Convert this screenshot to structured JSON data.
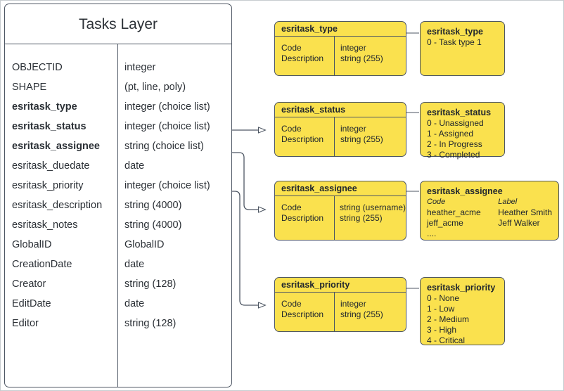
{
  "diagram": {
    "title": "Tasks Layer",
    "entity": {
      "name": "Tasks Layer",
      "fields": [
        {
          "name": "OBJECTID",
          "type": "integer",
          "key": false
        },
        {
          "name": "SHAPE",
          "type": "(pt, line, poly)",
          "key": false
        },
        {
          "name": "esritask_type",
          "type": "integer (choice list)",
          "key": true
        },
        {
          "name": "esritask_status",
          "type": "integer (choice list)",
          "key": true
        },
        {
          "name": "esritask_assignee",
          "type": "string (choice list)",
          "key": true
        },
        {
          "name": "esritask_duedate",
          "type": "date",
          "key": false
        },
        {
          "name": "esritask_priority",
          "type": "integer (choice list)",
          "key": false
        },
        {
          "name": "esritask_description",
          "type": "string (4000)",
          "key": false
        },
        {
          "name": "esritask_notes",
          "type": "string (4000)",
          "key": false
        },
        {
          "name": "GlobalID",
          "type": "GlobalID",
          "key": false
        },
        {
          "name": "CreationDate",
          "type": "date",
          "key": false
        },
        {
          "name": "Creator",
          "type": "string (128)",
          "key": false
        },
        {
          "name": "EditDate",
          "type": "date",
          "key": false
        },
        {
          "name": "Editor",
          "type": "string (128)",
          "key": false
        }
      ]
    },
    "domain_tables": [
      {
        "id": "type",
        "header": "esritask_type",
        "left_rows": [
          "Code",
          "Description"
        ],
        "right_rows": [
          "integer",
          "string (255)"
        ]
      },
      {
        "id": "status",
        "header": "esritask_status",
        "left_rows": [
          "Code",
          "Description"
        ],
        "right_rows": [
          "integer",
          "string (255)"
        ]
      },
      {
        "id": "assignee",
        "header": "esritask_assignee",
        "left_rows": [
          "Code",
          "Description"
        ],
        "right_rows": [
          "string  (username)",
          "string (255)"
        ]
      },
      {
        "id": "priority",
        "header": "esritask_priority",
        "left_rows": [
          "Code",
          "Description"
        ],
        "right_rows": [
          "integer",
          "string (255)"
        ]
      }
    ],
    "value_lists": [
      {
        "id": "type-values",
        "title": "esritask_type",
        "lines": [
          "0 - Task type 1"
        ]
      },
      {
        "id": "status-values",
        "title": "esritask_status",
        "lines": [
          "0 - Unassigned",
          "1 - Assigned",
          "2 - In Progress",
          "3 - Completed"
        ]
      },
      {
        "id": "assignee-values",
        "title": "esritask_assignee",
        "columns": [
          "Code",
          "Label"
        ],
        "rows": [
          [
            "heather_acme",
            "Heather Smith"
          ],
          [
            "jeff_acme",
            "Jeff Walker"
          ],
          [
            "....",
            ""
          ]
        ]
      },
      {
        "id": "priority-values",
        "title": "esritask_priority",
        "lines": [
          "0 - None",
          "1 - Low",
          "2 - Medium",
          "3 - High",
          "4 - Critical"
        ]
      }
    ],
    "colors": {
      "domain_fill": "#FAE14E",
      "stroke": "#4d5663",
      "text": "#2b3036",
      "frame": "#c8ccd0",
      "background": "#ffffff"
    }
  }
}
